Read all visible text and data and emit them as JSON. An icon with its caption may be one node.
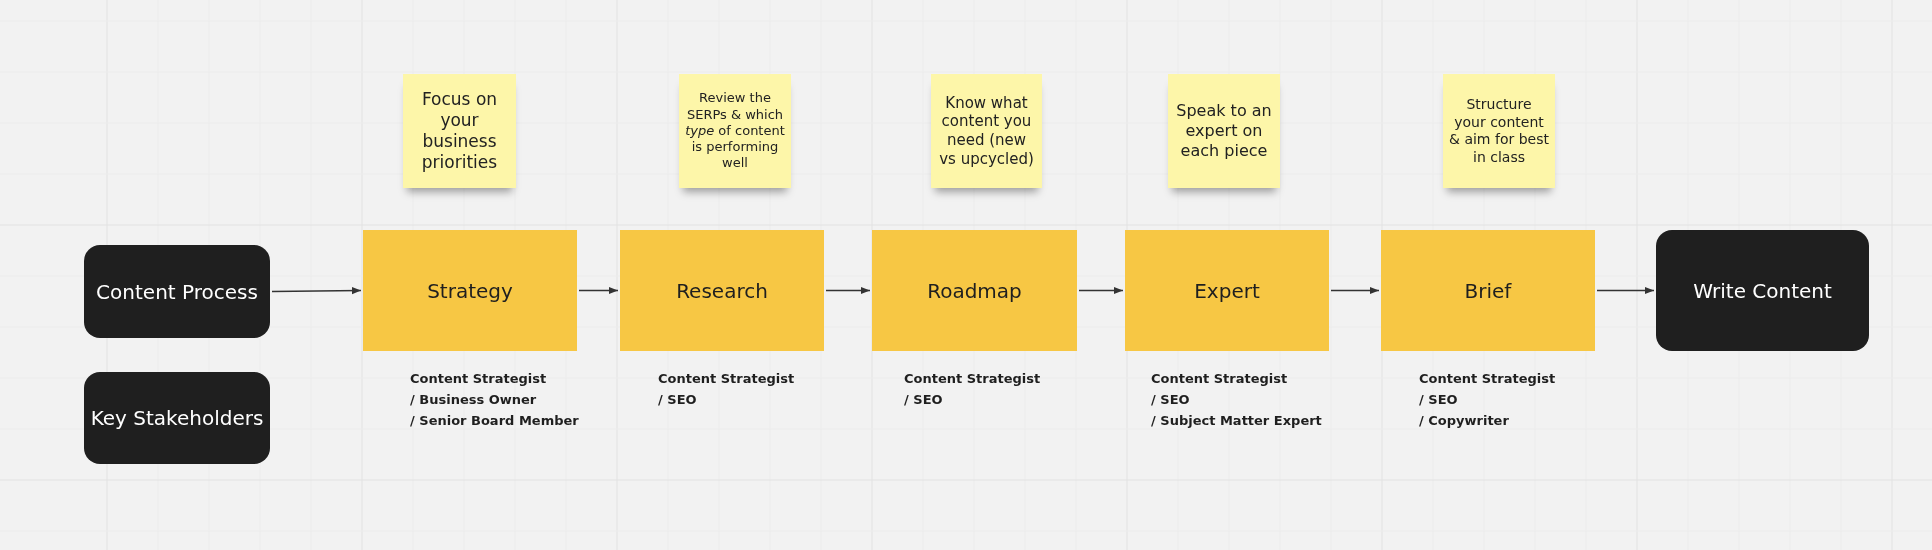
{
  "diagram": {
    "nodes": [
      {
        "text": [
          "Focus on your business priorities"
        ]
      },
      {
        "text": [
          "Review the SERPs & which *type* of content is performing well"
        ]
      },
      {
        "text": [
          "Know what content you need (new vs upcycled)"
        ]
      },
      {
        "text": [
          "Speak to an expert on each piece"
        ]
      },
      {
        "text": [
          "Structure your content & aim for best in class"
        ]
      },
      {
        "text": [
          "Content Process"
        ]
      },
      {
        "text": [
          "Strategy"
        ],
        "beside": [
          "Content Strategist / Business Owner / Senior Board Member"
        ]
      },
      {
        "text": [
          "Research"
        ],
        "beside": [
          "Content Strategist / SEO"
        ]
      },
      {
        "text": [
          "Roadmap"
        ],
        "beside": [
          "Content Strategist / SEO"
        ]
      },
      {
        "text": [
          "Expert"
        ],
        "beside": [
          "Content Strategist / SEO / Subject Matter Expert"
        ]
      },
      {
        "text": [
          "Brief"
        ],
        "beside": [
          "Content Strategist / SEO / Copywriter"
        ]
      },
      {
        "text": [
          "Write Content"
        ]
      },
      {
        "text": [
          "Key Stakeholders"
        ]
      }
    ],
    "edges": [
      {
        "from": 5,
        "to": 6,
        "arrow": "to"
      },
      {
        "from": 6,
        "to": 7,
        "arrow": "to"
      },
      {
        "from": 7,
        "to": 8,
        "arrow": "to"
      },
      {
        "from": 8,
        "to": 9,
        "arrow": "to"
      },
      {
        "from": 9,
        "to": 10,
        "arrow": "to"
      },
      {
        "from": 10,
        "to": 11,
        "arrow": "to"
      }
    ]
  }
}
